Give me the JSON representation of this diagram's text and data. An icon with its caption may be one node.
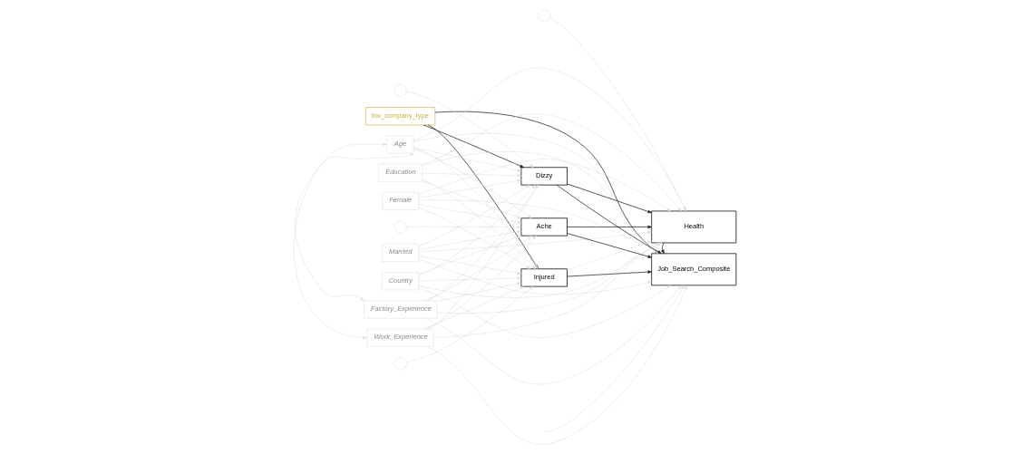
{
  "diagram": {
    "nodes": [
      {
        "text": [
          "bw_company_type"
        ]
      },
      {
        "text": [
          "Age"
        ]
      },
      {
        "text": [
          "Education"
        ]
      },
      {
        "text": [
          "Female"
        ]
      },
      {
        "text": [
          "Married"
        ]
      },
      {
        "text": [
          "Country"
        ]
      },
      {
        "text": [
          "Factory_Experience"
        ]
      },
      {
        "text": [
          "Work_Experience"
        ]
      },
      {
        "text": [
          "Dizzy"
        ]
      },
      {
        "text": [
          "Ache"
        ]
      },
      {
        "text": [
          "Injured"
        ]
      },
      {
        "text": [
          "Health"
        ]
      },
      {
        "text": [
          "Job_Search_Composite"
        ]
      },
      {
        "text": [],
        "shape": "circle"
      },
      {
        "text": [],
        "shape": "circle"
      },
      {
        "text": [],
        "shape": "circle"
      },
      {
        "text": [],
        "shape": "circle"
      }
    ],
    "edges": [
      {
        "from": 0,
        "to": 8,
        "arrow": "to",
        "color": "#222222"
      },
      {
        "from": 0,
        "to": 10,
        "arrow": "to",
        "color": "#222222"
      },
      {
        "from": 0,
        "to": 12,
        "arrow": "to",
        "color": "#222222"
      },
      {
        "from": 8,
        "to": 11,
        "arrow": "to",
        "color": "#222222"
      },
      {
        "from": 8,
        "to": 12,
        "arrow": "to",
        "color": "#222222"
      },
      {
        "from": 9,
        "to": 11,
        "arrow": "to",
        "color": "#222222"
      },
      {
        "from": 9,
        "to": 12,
        "arrow": "to",
        "color": "#222222"
      },
      {
        "from": 10,
        "to": 12,
        "arrow": "to",
        "color": "#222222"
      },
      {
        "from": 11,
        "to": 12,
        "arrow": "to",
        "color": "#222222"
      },
      {
        "from": 10,
        "to": 11,
        "arrow": "to"
      },
      {
        "from": 1,
        "to": 8,
        "arrow": "to"
      },
      {
        "from": 1,
        "to": 9,
        "arrow": "to"
      },
      {
        "from": 1,
        "to": 10,
        "arrow": "to"
      },
      {
        "from": 1,
        "to": 11,
        "arrow": "to"
      },
      {
        "from": 1,
        "to": 12,
        "arrow": "to"
      },
      {
        "from": 2,
        "to": 8,
        "arrow": "to"
      },
      {
        "from": 2,
        "to": 9,
        "arrow": "to"
      },
      {
        "from": 2,
        "to": 10,
        "arrow": "to"
      },
      {
        "from": 2,
        "to": 11,
        "arrow": "to"
      },
      {
        "from": 2,
        "to": 12,
        "arrow": "to"
      },
      {
        "from": 3,
        "to": 8,
        "arrow": "to"
      },
      {
        "from": 3,
        "to": 9,
        "arrow": "to"
      },
      {
        "from": 3,
        "to": 10,
        "arrow": "to"
      },
      {
        "from": 3,
        "to": 11,
        "arrow": "to"
      },
      {
        "from": 3,
        "to": 12,
        "arrow": "to"
      },
      {
        "from": 4,
        "to": 8,
        "arrow": "to"
      },
      {
        "from": 4,
        "to": 9,
        "arrow": "to"
      },
      {
        "from": 4,
        "to": 10,
        "arrow": "to"
      },
      {
        "from": 4,
        "to": 11,
        "arrow": "to"
      },
      {
        "from": 4,
        "to": 12,
        "arrow": "to"
      },
      {
        "from": 5,
        "to": 8,
        "arrow": "to"
      },
      {
        "from": 5,
        "to": 9,
        "arrow": "to"
      },
      {
        "from": 5,
        "to": 10,
        "arrow": "to"
      },
      {
        "from": 5,
        "to": 11,
        "arrow": "to"
      },
      {
        "from": 5,
        "to": 12,
        "arrow": "to"
      },
      {
        "from": 6,
        "to": 8,
        "arrow": "to"
      },
      {
        "from": 6,
        "to": 9,
        "arrow": "to"
      },
      {
        "from": 6,
        "to": 10,
        "arrow": "to"
      },
      {
        "from": 6,
        "to": 11,
        "arrow": "to"
      },
      {
        "from": 6,
        "to": 12,
        "arrow": "to"
      },
      {
        "from": 7,
        "to": 8,
        "arrow": "to"
      },
      {
        "from": 7,
        "to": 9,
        "arrow": "to"
      },
      {
        "from": 7,
        "to": 10,
        "arrow": "to"
      },
      {
        "from": 7,
        "to": 11,
        "arrow": "to"
      },
      {
        "from": 7,
        "to": 12,
        "arrow": "to"
      },
      {
        "from": 1,
        "to": 6,
        "arrow": "both"
      },
      {
        "from": 1,
        "to": 7,
        "arrow": "both"
      },
      {
        "from": 13,
        "to": 8,
        "arrow": "to"
      },
      {
        "from": 14,
        "to": 9,
        "arrow": "to"
      },
      {
        "from": 15,
        "to": 10,
        "arrow": "to"
      },
      {
        "from": 16,
        "to": 11,
        "arrow": "to"
      },
      {
        "from": null,
        "to": 12,
        "arrow": "to"
      }
    ]
  }
}
